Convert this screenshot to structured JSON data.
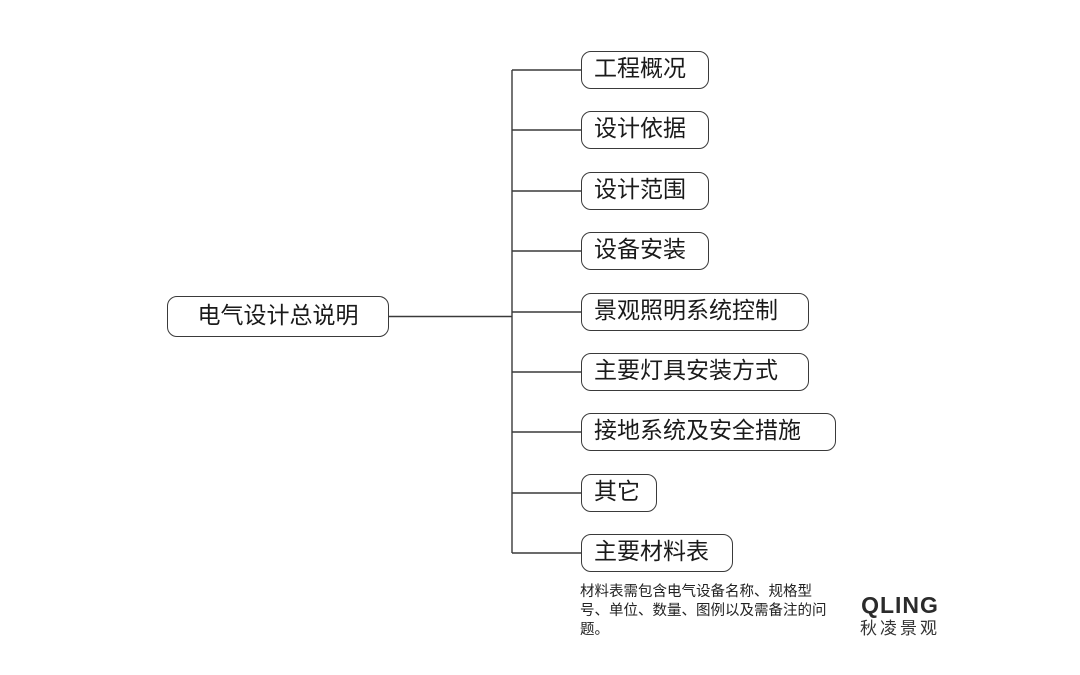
{
  "mindmap": {
    "root": "电气设计总说明",
    "branches": [
      "工程概况",
      "设计依据",
      "设计范围",
      "设备安装",
      "景观照明系统控制",
      "主要灯具安装方式",
      "接地系统及安全措施",
      "其它",
      "主要材料表"
    ],
    "note": "材料表需包含电气设备名称、规格型号、单位、数量、图例以及需备注的问题。"
  },
  "logo": {
    "mark": "QLING",
    "name": "秋凌景观"
  },
  "colors": {
    "line": "#3a3a3a",
    "text": "#1a1a1a",
    "background": "#ffffff"
  }
}
